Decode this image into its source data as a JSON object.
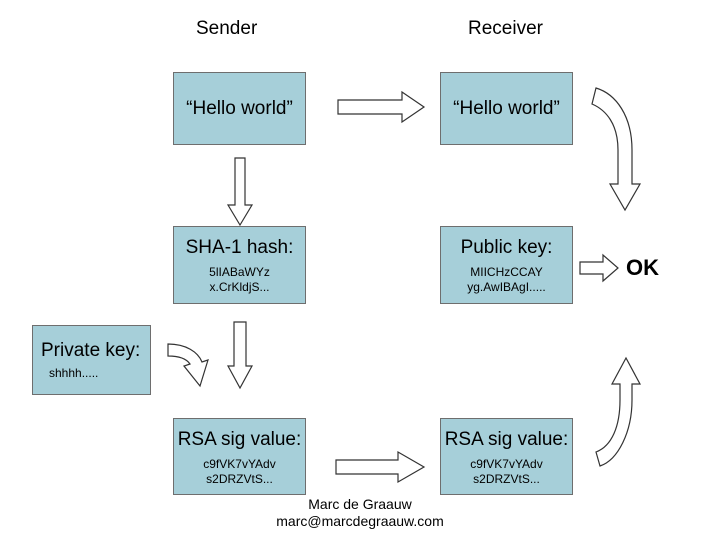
{
  "columns": {
    "sender": "Sender",
    "receiver": "Receiver"
  },
  "sender": {
    "message": "“Hello world”",
    "hash": {
      "title": "SHA-1 hash:",
      "line1": "5lIABaWYz",
      "line2": "x.CrKldjS..."
    },
    "signature": {
      "title": "RSA sig value:",
      "line1": "c9fVK7vYAdv",
      "line2": "s2DRZVtS..."
    }
  },
  "private_key": {
    "title": "Private key:",
    "value": "shhhh....."
  },
  "receiver": {
    "message": "“Hello world”",
    "public_key": {
      "title": "Public key:",
      "line1": "MIICHzCCAY",
      "line2": "yg.AwIBAgI....."
    },
    "signature": {
      "title": "RSA sig value:",
      "line1": "c9fVK7vYAdv",
      "line2": "s2DRZVtS..."
    }
  },
  "result": "OK",
  "footer": {
    "name": "Marc de Graauw",
    "email": "marc@marcdegraauw.com"
  },
  "colors": {
    "box_fill": "#a6cfd9",
    "box_border": "#6e6e6e",
    "arrow_stroke": "#333333"
  }
}
